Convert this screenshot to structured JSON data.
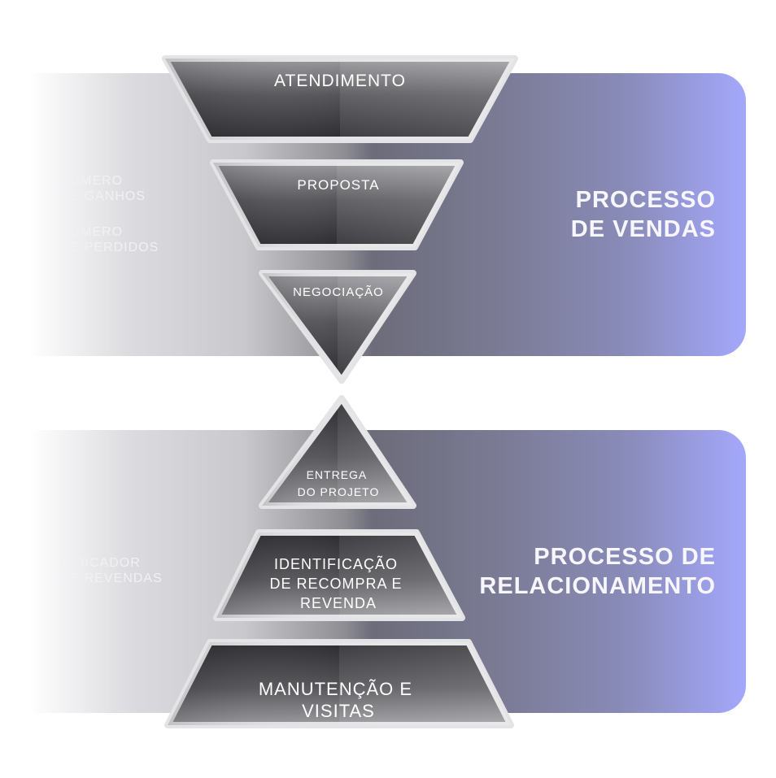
{
  "sales": {
    "title_lines": [
      "PROCESSO",
      "DE VENDAS"
    ],
    "metrics": [
      {
        "lines": [
          "NÚMERO",
          "DE GANHOS"
        ]
      },
      {
        "lines": [
          "NÚMERO",
          "DE PERDIDOS"
        ]
      }
    ]
  },
  "relationship": {
    "title_lines": [
      "PROCESSO DE",
      "RELACIONAMENTO"
    ],
    "metrics": [
      {
        "lines": [
          "INDICADOR",
          "DE REVENDAS"
        ]
      }
    ]
  },
  "funnel": {
    "stages": [
      {
        "lines": [
          "ATENDIMENTO"
        ]
      },
      {
        "lines": [
          "PROPOSTA"
        ]
      },
      {
        "lines": [
          "NEGOCIAÇÃO"
        ]
      }
    ]
  },
  "pyramid": {
    "stages": [
      {
        "lines": [
          "ENTREGA",
          "DO PROJETO"
        ]
      },
      {
        "lines": [
          "IDENTIFICAÇÃO",
          "DE RECOMPRA E",
          "REVENDA"
        ]
      },
      {
        "lines": [
          "MANUTENÇÃO E",
          "VISITAS"
        ]
      }
    ]
  },
  "colors": {
    "band_accent": "#a4a8fc",
    "stage_fill_dark": "#2c2c30",
    "stage_fill_light": "#9a9a9e",
    "stage_border": "#e4e4e6"
  }
}
